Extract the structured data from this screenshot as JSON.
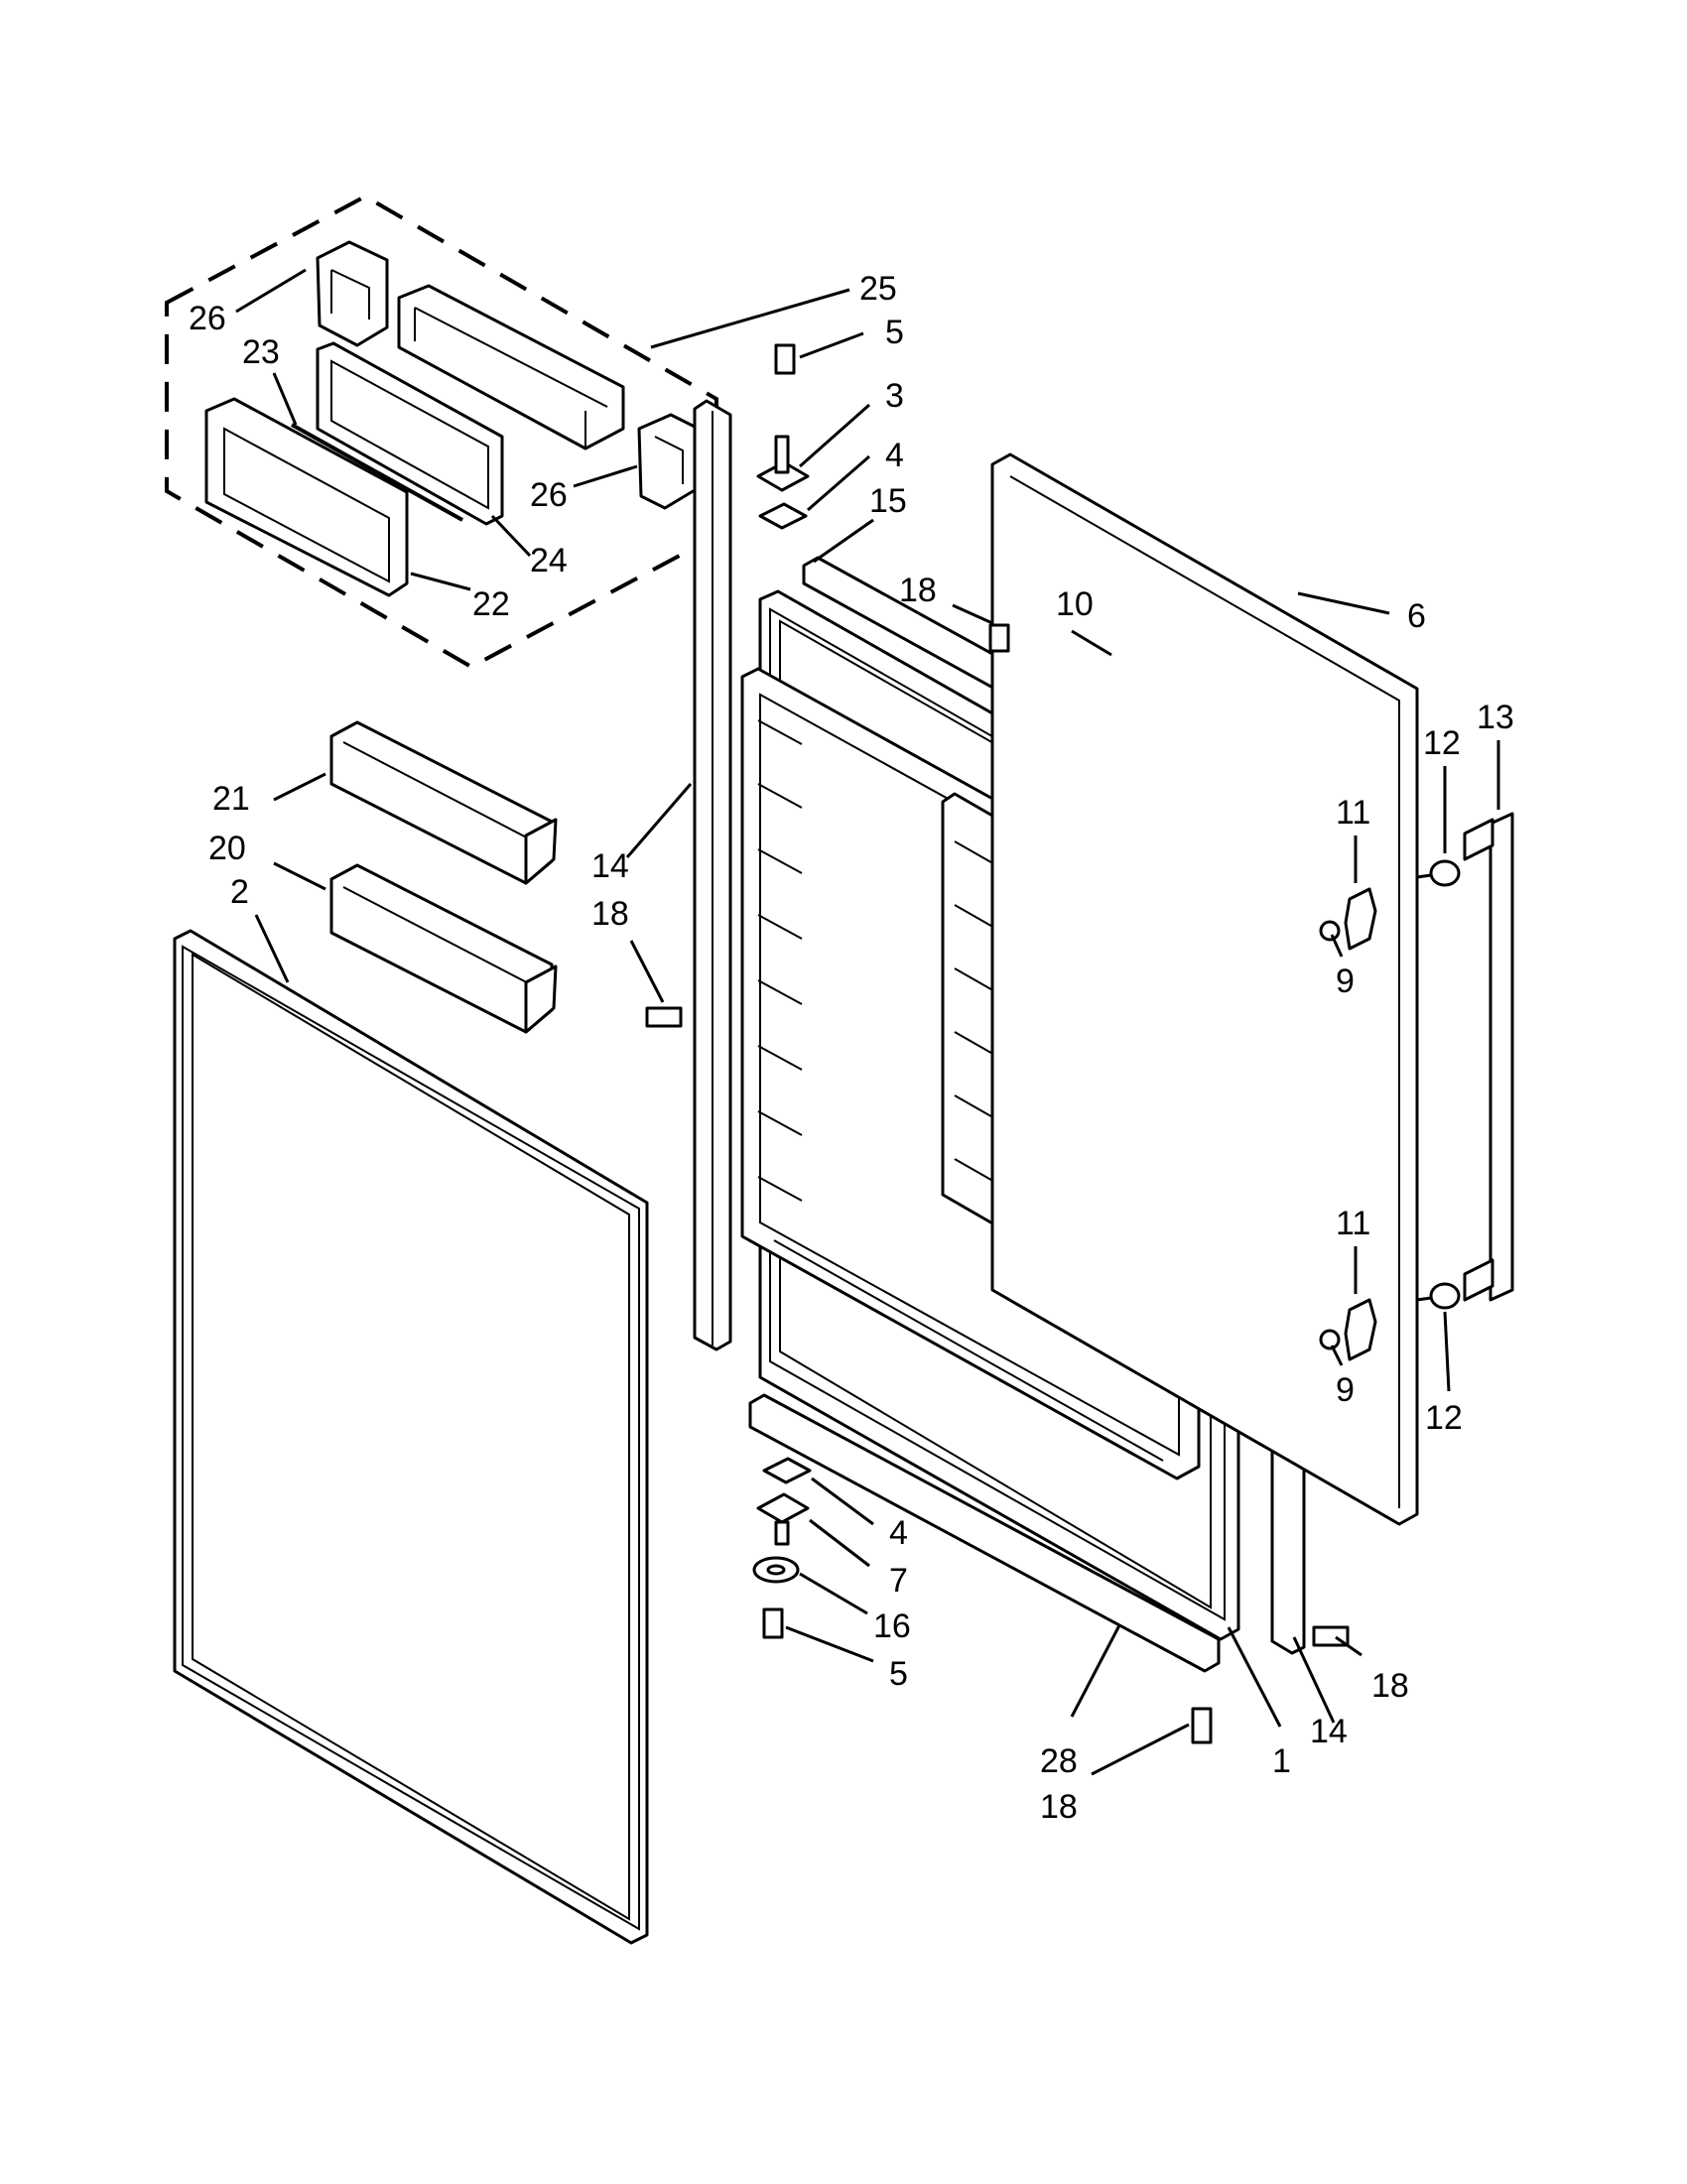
{
  "callouts": [
    {
      "id": "26a",
      "text": "26"
    },
    {
      "id": "25",
      "text": "25"
    },
    {
      "id": "23",
      "text": "23"
    },
    {
      "id": "5a",
      "text": "5"
    },
    {
      "id": "3",
      "text": "3"
    },
    {
      "id": "4a",
      "text": "4"
    },
    {
      "id": "15",
      "text": "15"
    },
    {
      "id": "26b",
      "text": "26"
    },
    {
      "id": "24",
      "text": "24"
    },
    {
      "id": "22",
      "text": "22"
    },
    {
      "id": "18a",
      "text": "18"
    },
    {
      "id": "10",
      "text": "10"
    },
    {
      "id": "6",
      "text": "6"
    },
    {
      "id": "13",
      "text": "13"
    },
    {
      "id": "12a",
      "text": "12"
    },
    {
      "id": "21",
      "text": "21"
    },
    {
      "id": "20",
      "text": "20"
    },
    {
      "id": "2",
      "text": "2"
    },
    {
      "id": "14a",
      "text": "14"
    },
    {
      "id": "11a",
      "text": "11"
    },
    {
      "id": "18b",
      "text": "18"
    },
    {
      "id": "9a",
      "text": "9"
    },
    {
      "id": "11b",
      "text": "11"
    },
    {
      "id": "9b",
      "text": "9"
    },
    {
      "id": "12b",
      "text": "12"
    },
    {
      "id": "4b",
      "text": "4"
    },
    {
      "id": "7",
      "text": "7"
    },
    {
      "id": "16",
      "text": "16"
    },
    {
      "id": "5b",
      "text": "5"
    },
    {
      "id": "18c",
      "text": "18"
    },
    {
      "id": "28",
      "text": "28"
    },
    {
      "id": "1",
      "text": "1"
    },
    {
      "id": "14b",
      "text": "14"
    },
    {
      "id": "18d",
      "text": "18"
    }
  ]
}
